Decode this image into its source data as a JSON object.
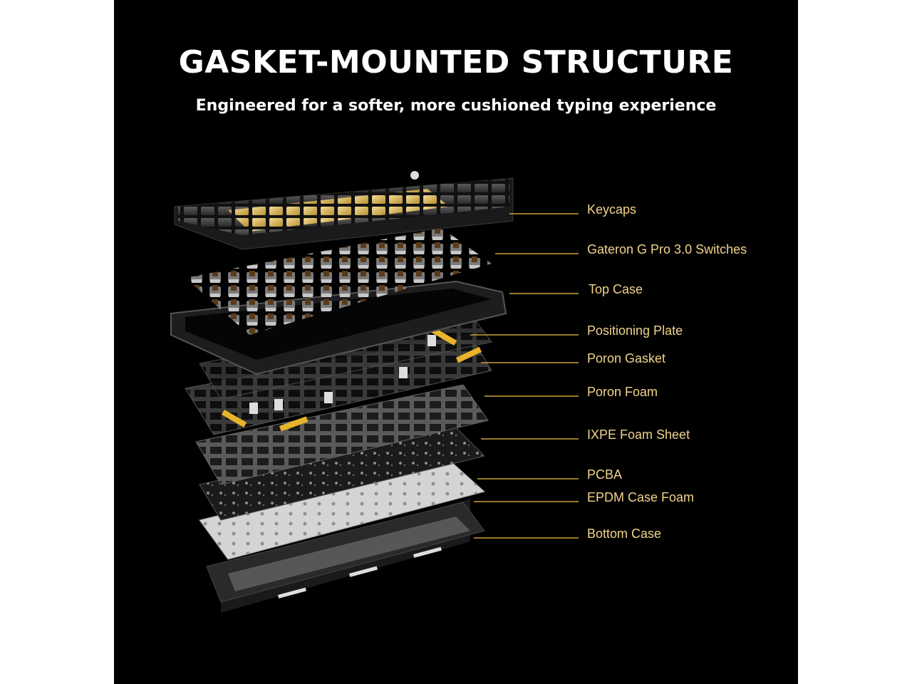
{
  "title": "GASKET-MOUNTED STRUCTURE",
  "subtitle": "Engineered for a softer, more cushioned typing experience",
  "colors": {
    "background": "#000000",
    "title": "#ffffff",
    "callout_text": "#f1d38b",
    "leader_line": "#c9a23a",
    "keycap_gold": "#c9a545",
    "gasket_yellow": "#e8b52a"
  },
  "layers": [
    {
      "label": "Keycaps"
    },
    {
      "label": "Gateron G Pro 3.0 Switches"
    },
    {
      "label": "Top Case"
    },
    {
      "label": "Positioning Plate"
    },
    {
      "label": "Poron Gasket"
    },
    {
      "label": "Poron Foam"
    },
    {
      "label": "IXPE Foam Sheet"
    },
    {
      "label": "PCBA"
    },
    {
      "label": "EPDM Case Foam"
    },
    {
      "label": "Bottom Case"
    }
  ]
}
